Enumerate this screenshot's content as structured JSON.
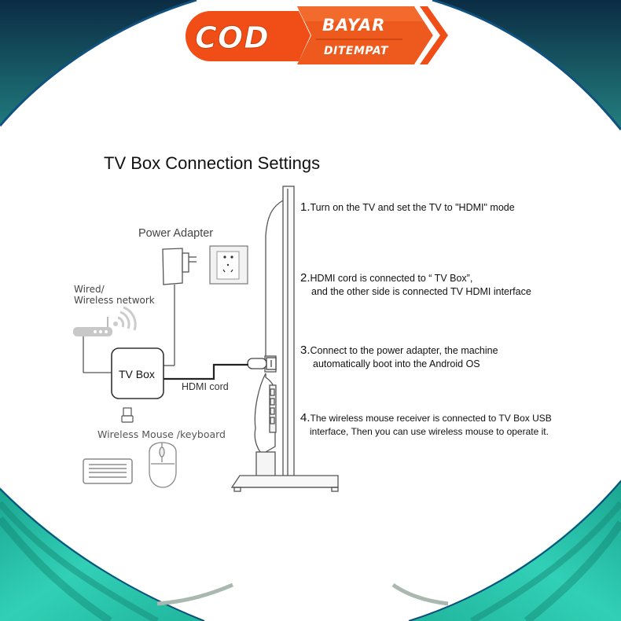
{
  "banner": {
    "cod": "COD",
    "bayar": "BAYAR",
    "ditempat": "DITEMPAT",
    "colors": {
      "orange": "#f04e16",
      "dark_orange": "#c9400d",
      "teal_dark": "#0c3348",
      "teal": "#2aa89a",
      "wave": "#2ec9b0"
    }
  },
  "diagram": {
    "title": "TV Box Connection Settings",
    "labels": {
      "power_adapter": "Power Adapter",
      "network_line1": "Wired/",
      "network_line2": "Wireless network",
      "tv_box": "TV Box",
      "hdmi_cord": "HDMI cord",
      "mouse_keyboard": "Wireless Mouse /keyboard"
    },
    "steps": [
      {
        "num": "1.",
        "line1": "Turn on the TV and set the TV to \"HDMI\" mode",
        "line2": ""
      },
      {
        "num": "2.",
        "line1": "HDMI cord is connected to “ TV Box”,",
        "line2": "and the other side is connected TV HDMI interface"
      },
      {
        "num": "3.",
        "line1": "Connect to the power adapter, the machine",
        "line2": "automatically boot into the Android OS"
      },
      {
        "num": "4.",
        "line1": "The wireless mouse receiver is connected to TV  Box USB",
        "line2": "interface, Then you can use wireless mouse to operate it."
      }
    ]
  }
}
